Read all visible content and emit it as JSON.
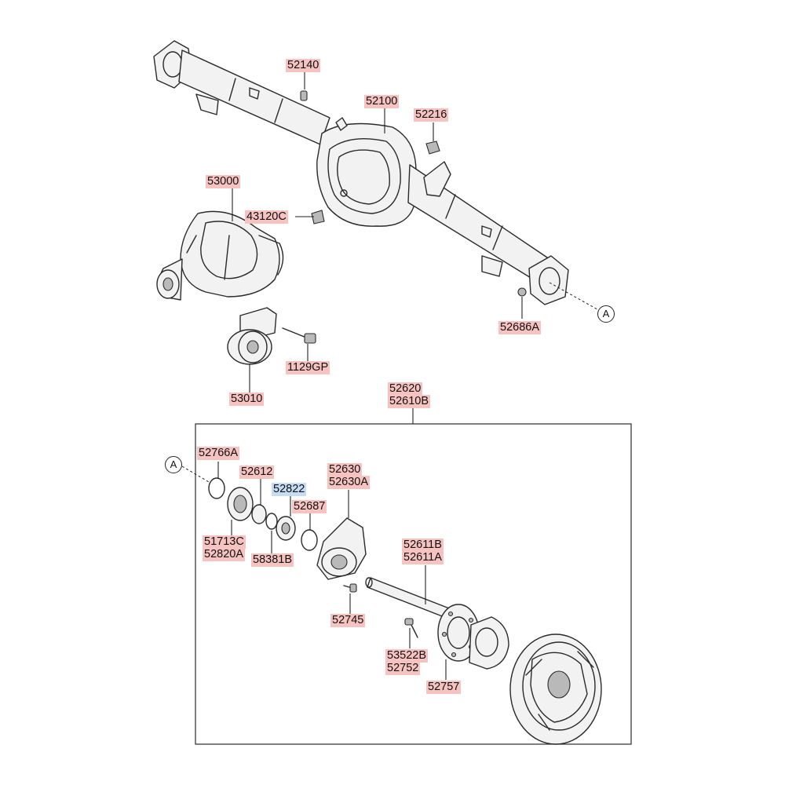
{
  "colors": {
    "part_label_bg": "#f6c3c0",
    "highlight_label_bg": "#c6dcf3",
    "line": "#2a2a2a"
  },
  "reference_marker": "A",
  "labels": {
    "p52140": "52140",
    "p52100": "52100",
    "p52216": "52216",
    "p53000": "53000",
    "p43120C": "43120C",
    "p52686A": "52686A",
    "p1129GP": "1129GP",
    "p53010": "53010",
    "p52620": "52620",
    "p52610B": "52610B",
    "p52766A": "52766A",
    "p52612": "52612",
    "p52822": "52822",
    "p52630": "52630",
    "p52630A": "52630A",
    "p52687": "52687",
    "p51713C": "51713C",
    "p52820A": "52820A",
    "p58381B": "58381B",
    "p52611B": "52611B",
    "p52611A": "52611A",
    "p52745": "52745",
    "p53522B": "53522B",
    "p52752": "52752",
    "p52757": "52757"
  }
}
